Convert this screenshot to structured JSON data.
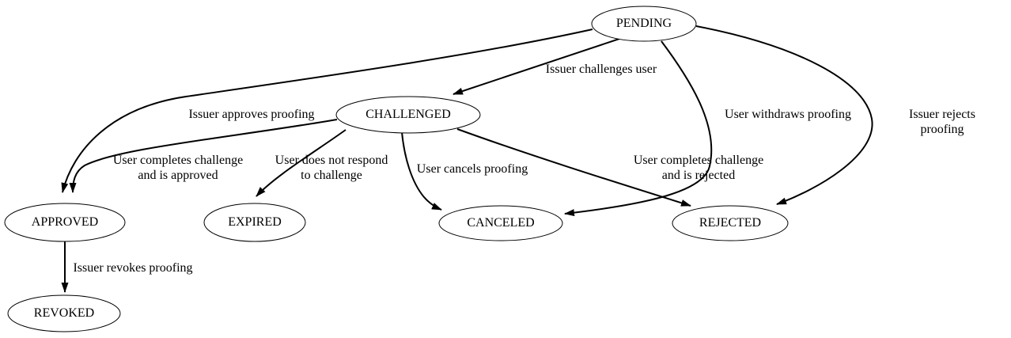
{
  "diagram": {
    "title": "proofing state transition diagram",
    "colors": {
      "background": "#ffffff",
      "stroke": "#000000",
      "text": "#000000"
    },
    "nodes": [
      {
        "id": "pending",
        "label": "PENDING"
      },
      {
        "id": "challenged",
        "label": "CHALLENGED"
      },
      {
        "id": "approved",
        "label": "APPROVED"
      },
      {
        "id": "expired",
        "label": "EXPIRED"
      },
      {
        "id": "canceled",
        "label": "CANCELED"
      },
      {
        "id": "rejected",
        "label": "REJECTED"
      },
      {
        "id": "revoked",
        "label": "REVOKED"
      }
    ],
    "edges": [
      {
        "from": "pending",
        "to": "challenged",
        "label": "Issuer challenges user"
      },
      {
        "from": "pending",
        "to": "approved",
        "label": "Issuer approves proofing"
      },
      {
        "from": "pending",
        "to": "canceled",
        "label": "User withdraws proofing"
      },
      {
        "from": "pending",
        "to": "rejected",
        "label": "Issuer rejects proofing"
      },
      {
        "from": "challenged",
        "to": "approved",
        "label": "User completes challenge\nand is approved"
      },
      {
        "from": "challenged",
        "to": "expired",
        "label": "User does not respond\nto challenge"
      },
      {
        "from": "challenged",
        "to": "canceled",
        "label": "User cancels proofing"
      },
      {
        "from": "challenged",
        "to": "rejected",
        "label": "User completes challenge\nand is rejected"
      },
      {
        "from": "approved",
        "to": "revoked",
        "label": "Issuer revokes proofing"
      }
    ]
  }
}
